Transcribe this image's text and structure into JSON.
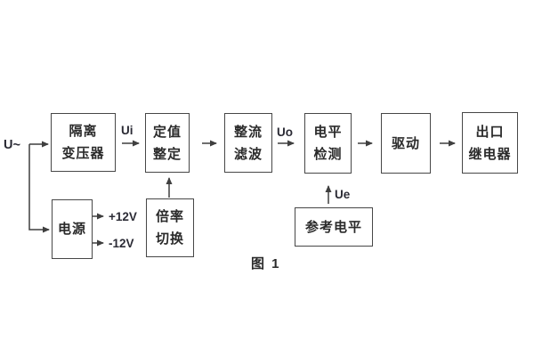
{
  "diagram": {
    "caption": "图 1",
    "signals": {
      "input": "U~",
      "ui": "Ui",
      "uo": "Uo",
      "ue": "Ue",
      "plus_12v": "+12V",
      "minus_12v": "-12V"
    },
    "blocks": {
      "isolation_transformer": {
        "line1": "隔离",
        "line2": "变压器"
      },
      "setting_adjust": {
        "line1": "定值",
        "line2": "整定"
      },
      "rectifier_filter": {
        "line1": "整流",
        "line2": "滤波"
      },
      "level_detect": {
        "line1": "电平",
        "line2": "检测"
      },
      "driver": {
        "line1": "驱动"
      },
      "output_relay": {
        "line1": "出口",
        "line2": "继电器"
      },
      "power_supply": {
        "line1": "电源"
      },
      "ratio_switch": {
        "line1": "倍率",
        "line2": "切换"
      },
      "reference_level": {
        "line1": "参考电平"
      }
    },
    "connections": [
      "U~ → 隔离变压器",
      "U~ → 电源",
      "隔离变压器 —Ui→ 定值整定",
      "定值整定 → 整流滤波",
      "整流滤波 —Uo→ 电平检测",
      "电平检测 → 驱动",
      "驱动 → 出口继电器",
      "电源 → +12V",
      "电源 → -12V",
      "倍率切换 → 定值整定",
      "参考电平 —Ue→ 电平检测"
    ]
  },
  "colors": {
    "background": "#ffffff",
    "line": "#3f3f3f",
    "border": "#474747",
    "text": "#2a2a2a"
  }
}
